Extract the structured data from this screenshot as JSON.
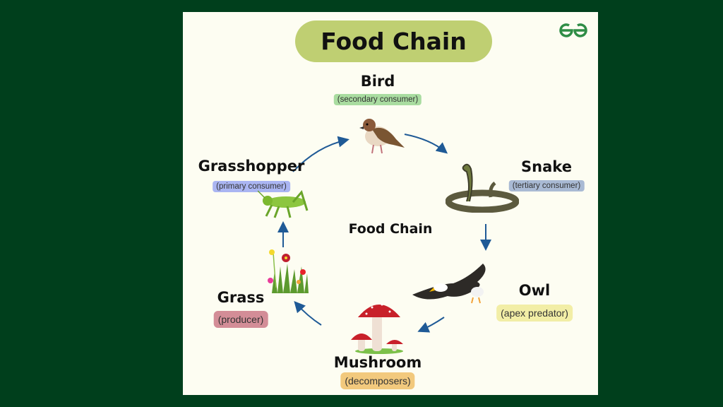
{
  "title": "Food Chain",
  "center_label": "Food Chain",
  "logo_text": "GG",
  "organisms": {
    "bird": {
      "name": "Bird",
      "role": "(secondary consumer)",
      "color": "#a9dca0"
    },
    "grasshopper": {
      "name": "Grasshopper",
      "role": "(primary consumer)",
      "color": "#aab5f2"
    },
    "snake": {
      "name": "Snake",
      "role": "(tertiary consumer)",
      "color": "#a9bad4"
    },
    "grass": {
      "name": "Grass",
      "role": "(producer)",
      "color": "#d38d97"
    },
    "owl": {
      "name": "Owl",
      "role": "(apex predator)",
      "color": "#f2eea6"
    },
    "mushroom": {
      "name": "Mushroom",
      "role": "(decomposers)",
      "color": "#f2c97d"
    }
  },
  "colors": {
    "background": "#003f1c",
    "card": "#fdfdf2",
    "title_pill": "#bfcf72",
    "arrow": "#1f5a96",
    "logo": "#2f8d46"
  }
}
